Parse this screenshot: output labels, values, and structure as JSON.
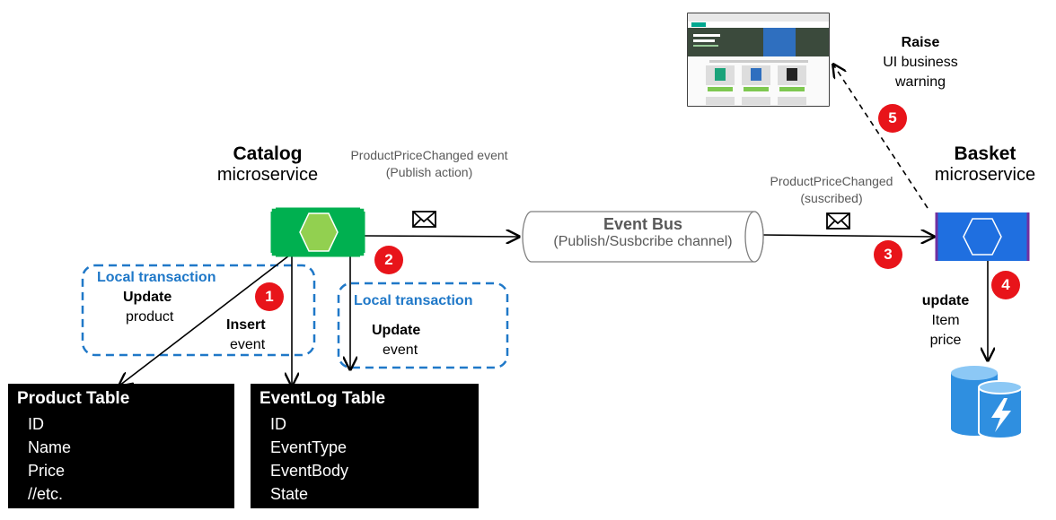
{
  "catalog": {
    "title": "Catalog",
    "subtitle": "microservice"
  },
  "basket": {
    "title": "Basket",
    "subtitle": "microservice"
  },
  "publish_label": {
    "line1": "ProductPriceChanged event",
    "line2": "(Publish action)"
  },
  "subscribe_label": {
    "line1": "ProductPriceChanged",
    "line2": "(suscribed)"
  },
  "event_bus": {
    "title": "Event Bus",
    "subtitle": "(Publish/Susbcribe channel)"
  },
  "local_tx_left": {
    "heading": "Local transaction",
    "action": "Update",
    "object": "product"
  },
  "insert_label": {
    "action": "Insert",
    "object": "event"
  },
  "local_tx_right": {
    "heading": "Local transaction",
    "action": "Update",
    "object": "event"
  },
  "update_price": {
    "action": "update",
    "line2": "Item",
    "line3": "price"
  },
  "raise_warning": {
    "action": "Raise",
    "line2": "UI business",
    "line3": "warning"
  },
  "badges": [
    "1",
    "2",
    "3",
    "4",
    "5"
  ],
  "product_table": {
    "header": "Product Table",
    "rows": [
      "ID",
      "Name",
      "Price",
      "//etc."
    ]
  },
  "eventlog_table": {
    "header": "EventLog Table",
    "rows": [
      "ID",
      "EventType",
      "EventBody",
      "State"
    ]
  },
  "colors": {
    "catalog_green": "#00b050",
    "hex_green": "#92d050",
    "basket_blue": "#1f6fe0",
    "badge_red": "#e8141a",
    "local_tx_blue": "#1f78c8",
    "db_blue": "#2f8fe0"
  },
  "icons": [
    "envelope-icon",
    "database-icon",
    "web-app-screenshot"
  ]
}
